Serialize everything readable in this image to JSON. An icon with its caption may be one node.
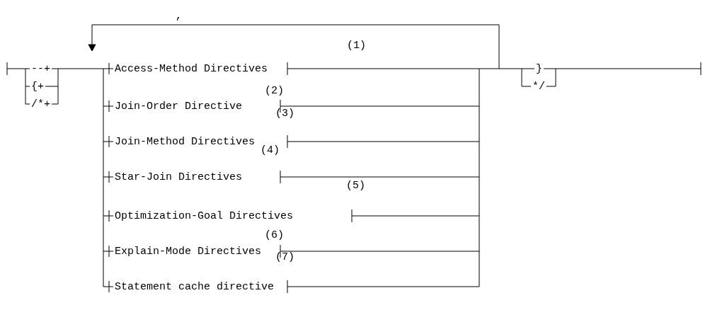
{
  "diagram": {
    "labels": [
      ",",
      "(1)",
      "--+",
      "Access-Method Directives",
      "}",
      "{+",
      "*/",
      "/*+",
      "(2)",
      "Join-Order Directive",
      "(3)",
      "Join-Method Directives",
      "(4)",
      "Star-Join Directives",
      "(5)",
      "Optimization-Goal Directives",
      "(6)",
      "Explain-Mode Directives",
      "(7)",
      "Statement cache directive"
    ]
  }
}
